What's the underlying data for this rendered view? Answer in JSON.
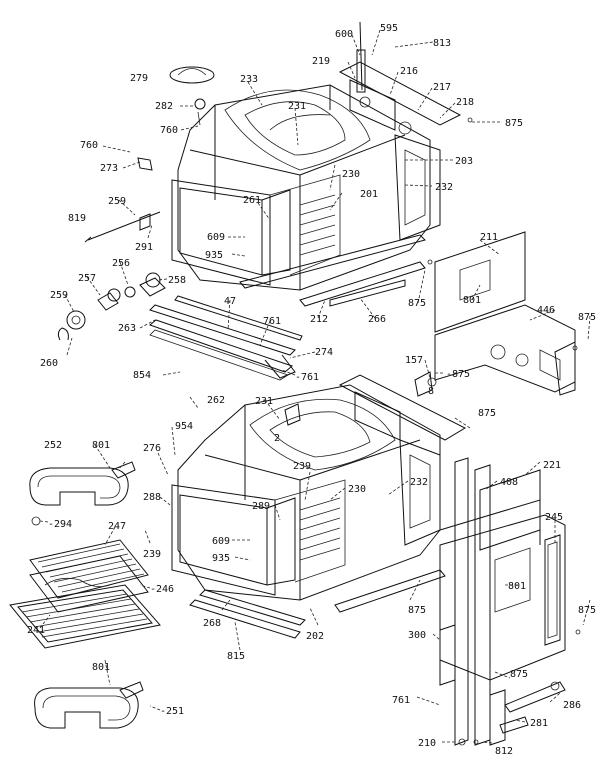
{
  "labels": {
    "l600": "600",
    "l595": "595",
    "l813": "813",
    "l219": "219",
    "l216": "216",
    "l217": "217",
    "l218": "218",
    "l875a": "875",
    "l279": "279",
    "l233": "233",
    "l282": "282",
    "l760a": "760",
    "l231a": "231",
    "l760b": "760",
    "l273": "273",
    "l230a": "230",
    "l203": "203",
    "l201": "201",
    "l232a": "232",
    "l259a": "259",
    "l261": "261",
    "l819": "819",
    "l291": "291",
    "l609a": "609",
    "l935a": "935",
    "l211": "211",
    "l257": "257",
    "l256": "256",
    "l258": "258",
    "l259b": "259",
    "l801a": "801",
    "l47": "47",
    "l761a": "761",
    "l266": "266",
    "l212": "212",
    "l875b": "875",
    "l446": "446",
    "l875c": "875",
    "l263": "263",
    "l260": "260",
    "l274": "274",
    "l854": "854",
    "l761b": "-761",
    "l157": "157",
    "l875d": "-875",
    "l262": "262",
    "l8": "8",
    "l231b": "231",
    "l875e": "875",
    "l954": "954",
    "l2": "2",
    "l252": "252",
    "l801b": "801",
    "l276": "276",
    "l239a": "239",
    "l230b": "230",
    "l232b": "232",
    "l408": "408",
    "l221": "221",
    "l289": "289",
    "l288": "288",
    "l294": "-294",
    "l247": "247",
    "l245": "245",
    "l609b": "609",
    "l239b": "239",
    "l935b": "935",
    "l246": "-246",
    "l801c": "801",
    "l875f": "875",
    "l875g": "875",
    "l268": "268",
    "l241": "241",
    "l202": "202",
    "l815": "815",
    "l300": "300",
    "l801d": "801",
    "l875h": "875",
    "l286": "286",
    "l251": "-251",
    "l761c": "761",
    "l281": "281",
    "l210": "210",
    "l812": "812"
  }
}
